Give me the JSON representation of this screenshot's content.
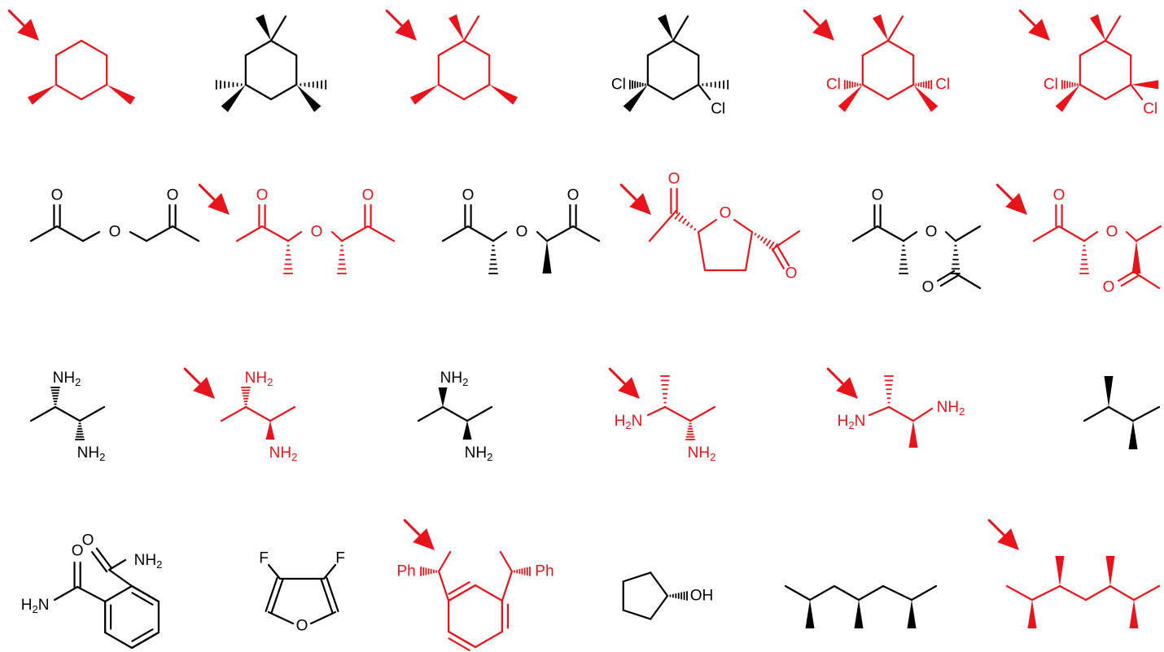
{
  "colors": {
    "highlight": "#e8141b",
    "normal": "#000000"
  },
  "labels": {
    "o": "O",
    "cl": "Cl",
    "nh2": "NH2",
    "h2n": "H2N",
    "oh": "OH",
    "f": "F",
    "ph": "Ph"
  },
  "molecules": [
    {
      "id": "m1",
      "highlighted": true
    },
    {
      "id": "m2",
      "highlighted": false
    },
    {
      "id": "m3",
      "highlighted": true
    },
    {
      "id": "m4",
      "highlighted": false
    },
    {
      "id": "m5",
      "highlighted": true
    },
    {
      "id": "m6",
      "highlighted": true
    },
    {
      "id": "m7",
      "highlighted": false
    },
    {
      "id": "m8",
      "highlighted": true
    },
    {
      "id": "m9",
      "highlighted": false
    },
    {
      "id": "m10",
      "highlighted": true
    },
    {
      "id": "m11",
      "highlighted": false
    },
    {
      "id": "m12",
      "highlighted": true
    },
    {
      "id": "m13",
      "highlighted": false
    },
    {
      "id": "m14",
      "highlighted": true
    },
    {
      "id": "m15",
      "highlighted": false
    },
    {
      "id": "m16",
      "highlighted": true
    },
    {
      "id": "m17",
      "highlighted": true
    },
    {
      "id": "m18",
      "highlighted": false
    },
    {
      "id": "m19",
      "highlighted": false
    },
    {
      "id": "m20",
      "highlighted": false
    },
    {
      "id": "m21",
      "highlighted": true
    },
    {
      "id": "m22",
      "highlighted": false
    },
    {
      "id": "m23",
      "highlighted": false
    },
    {
      "id": "m24",
      "highlighted": true
    }
  ]
}
